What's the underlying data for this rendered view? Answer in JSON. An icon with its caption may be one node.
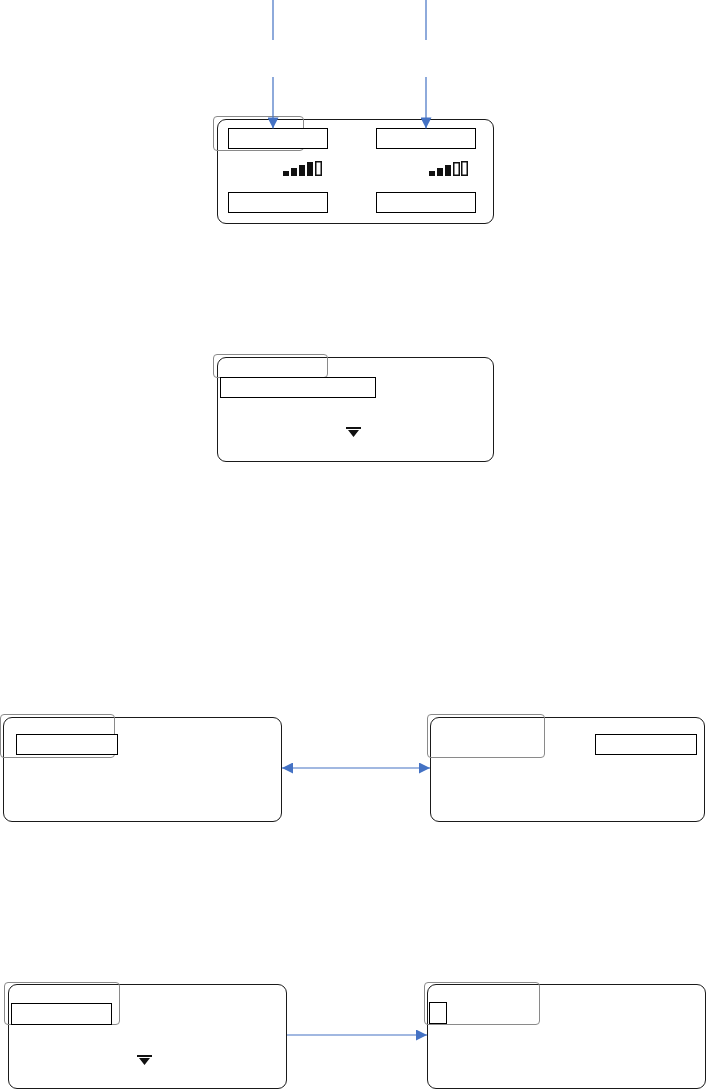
{
  "diagram": {
    "nodes": [
      {
        "text": [],
        "shape": "box"
      },
      {
        "text": [],
        "shape": "box",
        "in": 0
      },
      {
        "text": [],
        "shape": "box",
        "in": 0
      },
      {
        "text": [],
        "shape": "box",
        "in": 0
      },
      {
        "text": [],
        "shape": "box",
        "in": 0
      },
      {
        "text": [],
        "shape": "box",
        "in": 0
      },
      {
        "text": [],
        "shape": "box"
      },
      {
        "text": [],
        "shape": "box",
        "in": 6
      },
      {
        "text": [],
        "shape": "box",
        "in": 6
      },
      {
        "text": [],
        "shape": "box"
      },
      {
        "text": [],
        "shape": "box",
        "in": 9
      },
      {
        "text": [],
        "shape": "box",
        "in": 10
      },
      {
        "text": [],
        "shape": "box"
      },
      {
        "text": [],
        "shape": "box",
        "in": 12
      },
      {
        "text": [],
        "shape": "box",
        "in": 12
      },
      {
        "text": [],
        "shape": "box"
      },
      {
        "text": [],
        "shape": "box",
        "in": 15
      },
      {
        "text": [],
        "shape": "box",
        "in": 16
      },
      {
        "text": [],
        "shape": "box"
      },
      {
        "text": [],
        "shape": "box",
        "in": 18
      },
      {
        "text": [],
        "shape": "box",
        "in": 19
      }
    ],
    "edges": [
      {
        "from": null,
        "to": 2,
        "arrow": "to"
      },
      {
        "from": null,
        "to": 3,
        "arrow": "to"
      },
      {
        "from": 9,
        "to": 12,
        "arrow": "both"
      },
      {
        "from": 15,
        "to": 18,
        "arrow": "to"
      }
    ]
  }
}
